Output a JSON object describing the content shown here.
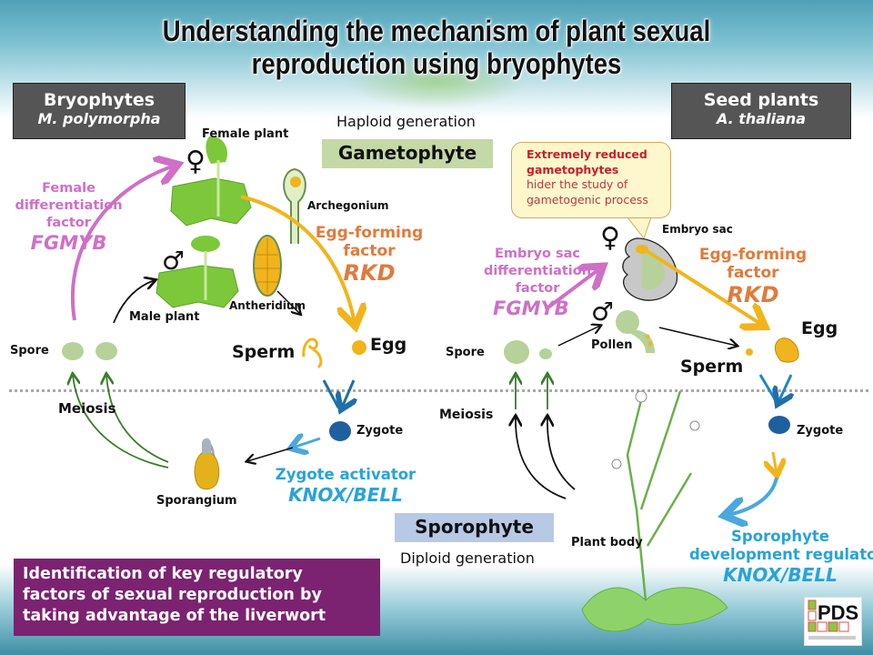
{
  "title": {
    "line1": "Understanding the mechanism of plant sexual",
    "line2": "reproduction using bryophytes"
  },
  "left_species": {
    "name": "Bryophytes",
    "scientific": "M. polymorpha"
  },
  "right_species": {
    "name": "Seed plants",
    "scientific": "A. thaliana"
  },
  "generations": {
    "haploid_label": "Haploid generation",
    "gametophyte": "Gametophyte",
    "sporophyte": "Sporophyte",
    "diploid_label": "Diploid generation"
  },
  "callout": {
    "highlight_line1": "Extremely reduced",
    "highlight_line2": "gametophytes",
    "rest_line1": "hider the study of",
    "rest_line2": "gametogenic process"
  },
  "bryophyte_cycle": {
    "female_plant": "Female plant",
    "male_plant": "Male plant",
    "archegonium": "Archegonium",
    "antheridium": "Antheridium",
    "spore": "Spore",
    "sperm": "Sperm",
    "egg": "Egg",
    "zygote": "Zygote",
    "meiosis": "Meiosis",
    "sporangium": "Sporangium",
    "female_factor": {
      "line1": "Female",
      "line2": "differentiation",
      "line3": "factor",
      "gene": "FGMYB"
    },
    "egg_factor": {
      "line1": "Egg-forming",
      "line2": "factor",
      "gene": "RKD"
    },
    "zygote_factor": {
      "line1": "Zygote activator",
      "gene": "KNOX/BELL"
    }
  },
  "seed_plant_cycle": {
    "embryo_sac": "Embryo sac",
    "pollen": "Pollen",
    "spore": "Spore",
    "sperm": "Sperm",
    "egg": "Egg",
    "zygote": "Zygote",
    "meiosis": "Meiosis",
    "plant_body": "Plant body",
    "embryo_sac_factor": {
      "line1": "Embryo sac",
      "line2": "differentiation",
      "line3": "factor",
      "gene": "FGMYB"
    },
    "egg_factor": {
      "line1": "Egg-forming",
      "line2": "factor",
      "gene": "RKD"
    },
    "sporophyte_factor": {
      "line1": "Sporophyte",
      "line2": "development regulator",
      "gene": "KNOX/BELL"
    }
  },
  "symbols": {
    "female": "♀",
    "male": "♂"
  },
  "summary": {
    "line1": "Identification of key regulatory",
    "line2": "factors of sexual reproduction by",
    "line3": "taking advantage of the liverwort"
  },
  "logo": {
    "text": "PDS"
  },
  "colors": {
    "pink": "#cf6fc6",
    "orange": "#e07b3c",
    "blue": "#2aa2d8",
    "gametophyte_bg": "#c4d9a6",
    "sporophyte_bg": "#b8c9e6",
    "summary_bg": "#7b2270"
  }
}
